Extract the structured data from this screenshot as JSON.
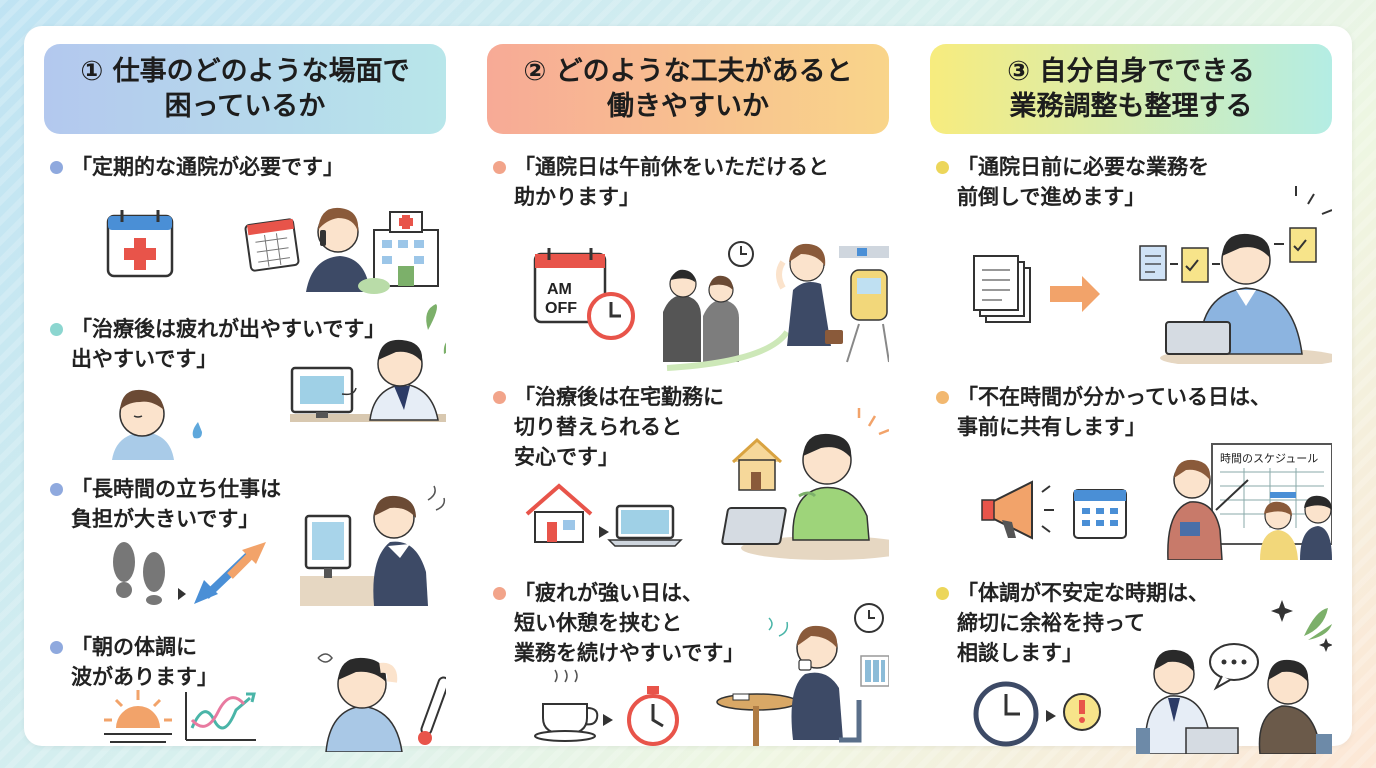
{
  "columns": [
    {
      "title": "① 仕事のどのような場面で\n困っているか",
      "dot_color": "#8fa9de",
      "items": [
        {
          "text": "「定期的な通院が必要です」",
          "icons": [
            "calendar-cross-icon",
            "calendar-icon",
            "phone-call-person-icon",
            "hospital-icon"
          ]
        },
        {
          "text": "「治療後は疲れが出やすいです」\n出やすいです」",
          "icons": [
            "tired-child-icon",
            "sweat-drop-icon",
            "tired-worker-at-pc-icon",
            "leaf-icon"
          ]
        },
        {
          "text": "「長時間の立ち仕事は\n負担が大きいです」",
          "icons": [
            "footprints-icon",
            "double-arrow-icon",
            "standing-worker-icon"
          ]
        },
        {
          "text": "「朝の体調に\n波があります」",
          "icons": [
            "sunrise-icon",
            "wave-graph-icon",
            "headache-person-icon",
            "thermometer-icon"
          ]
        }
      ]
    },
    {
      "title": "② どのような工夫があると\n働きやすいか",
      "dot_color": "#f2a48a",
      "items": [
        {
          "text": "「通院日は午前休をいただけると\n助かります」",
          "icons": [
            "am-off-calendar-icon",
            "clock-icon",
            "colleagues-icon",
            "commuting-woman-icon",
            "train-icon"
          ],
          "calendar_label": "AM\nOFF"
        },
        {
          "text": "「治療後は在宅勤務に\n切り替えられると\n安心です」",
          "icons": [
            "house-icon",
            "arrow-right-icon",
            "laptop-icon",
            "remote-worker-icon"
          ]
        },
        {
          "text": "「疲れが強い日は、\n短い休憩を挟むと\n業務を続けやすいです」",
          "icons": [
            "coffee-cup-icon",
            "arrow-right-icon",
            "stopwatch-icon",
            "resting-woman-icon",
            "wall-clock-icon"
          ]
        }
      ]
    },
    {
      "title": "③ 自分自身でできる\n業務調整も整理する",
      "dot_color": "#ecd65a",
      "items": [
        {
          "text": "「通院日前に必要な業務を\n前倒しで進めます」",
          "icons": [
            "documents-icon",
            "arrow-right-icon",
            "checklist-icon",
            "laptop-worker-icon"
          ]
        },
        {
          "text": "「不在時間が分かっている日は、\n事前に共有します」",
          "icons": [
            "megaphone-icon",
            "calendar-icon",
            "presenter-icon",
            "schedule-board-icon"
          ],
          "board_label": "時間のスケジュール"
        },
        {
          "text": "「体調が不安定な時期は、\n締切に余裕を持って\n相談します」",
          "icons": [
            "clock-icon",
            "arrow-right-icon",
            "alert-bubble-icon",
            "meeting-icon",
            "speech-bubble-icon"
          ]
        }
      ]
    }
  ],
  "colors": {
    "skin": "#fbe3cc",
    "navy": "#3d4a66",
    "line": "#333333",
    "accent_red": "#e8544a",
    "accent_orange": "#f2a36a"
  }
}
